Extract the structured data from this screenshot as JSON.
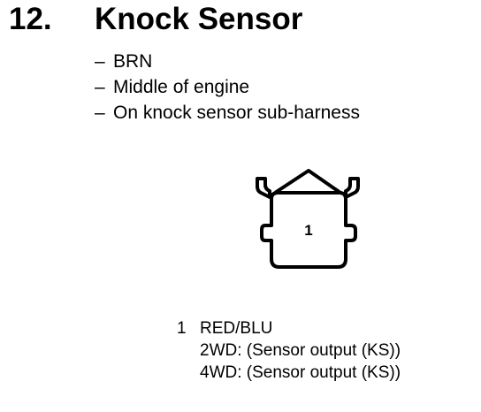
{
  "section": {
    "number": "12.",
    "title": "Knock Sensor"
  },
  "bullets": [
    {
      "dash": "–",
      "text": "BRN"
    },
    {
      "dash": "–",
      "text": "Middle of engine"
    },
    {
      "dash": "–",
      "text": "On knock sensor sub-harness"
    }
  ],
  "connector": {
    "pin_label": "1"
  },
  "pins": [
    {
      "number": "1",
      "color": "RED/BLU",
      "details": [
        "2WD: (Sensor output (KS))",
        "4WD: (Sensor output (KS))"
      ]
    }
  ]
}
